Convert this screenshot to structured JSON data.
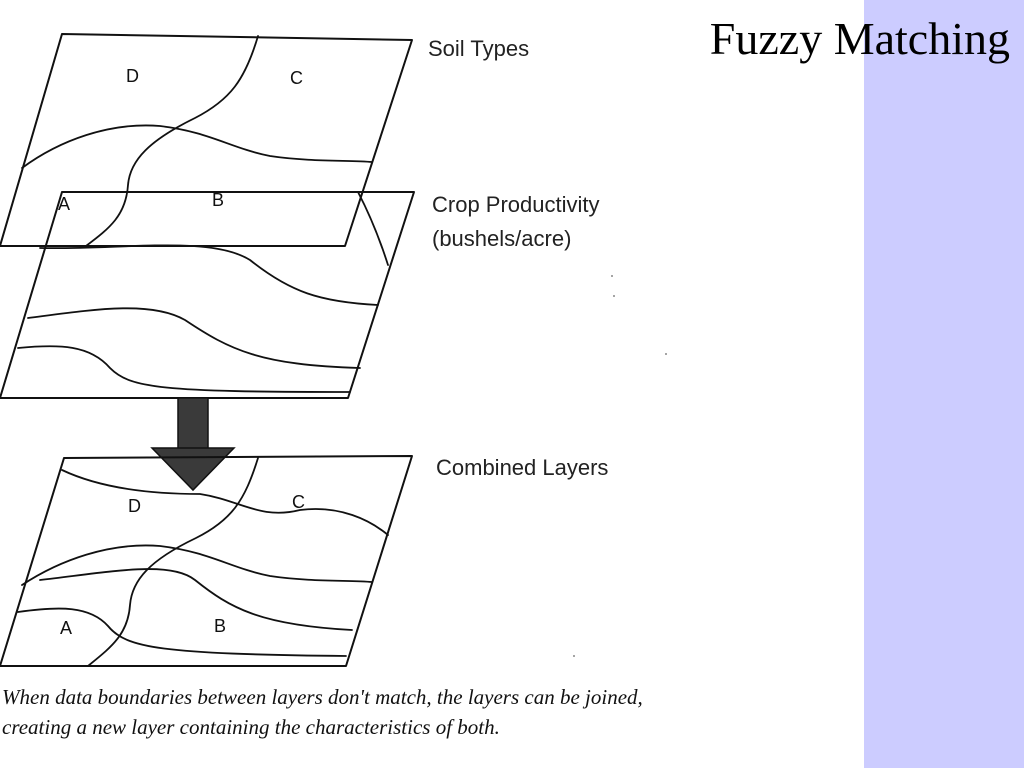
{
  "slide": {
    "title": "Fuzzy Matching"
  },
  "layers": {
    "soil": {
      "label": "Soil Types",
      "regions": [
        "D",
        "C",
        "A",
        "B"
      ]
    },
    "crop": {
      "label_line1": "Crop Productivity",
      "label_line2": "(bushels/acre)"
    },
    "combined": {
      "label": "Combined Layers",
      "regions": [
        "D",
        "C",
        "A",
        "B"
      ]
    }
  },
  "caption": {
    "line1": "When data boundaries between layers don't match, the layers can be joined,",
    "line2": "creating a new layer containing the characteristics of both."
  },
  "colors": {
    "side_panel": "#ccccff",
    "ink": "#111111"
  }
}
